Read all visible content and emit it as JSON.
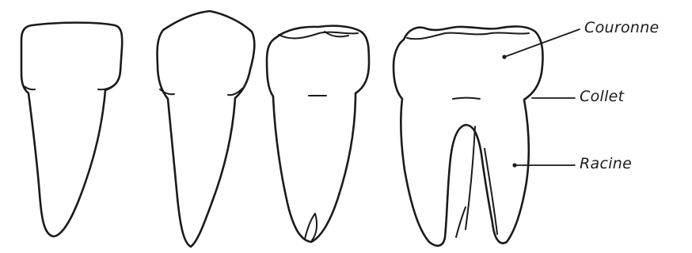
{
  "labels": {
    "crown": "Couronne",
    "neck": "Collet",
    "root": "Racine"
  },
  "colors": {
    "ink": "#1a1a1a",
    "background": "#ffffff"
  },
  "teeth": [
    "incisor",
    "canine",
    "premolar",
    "molar"
  ]
}
